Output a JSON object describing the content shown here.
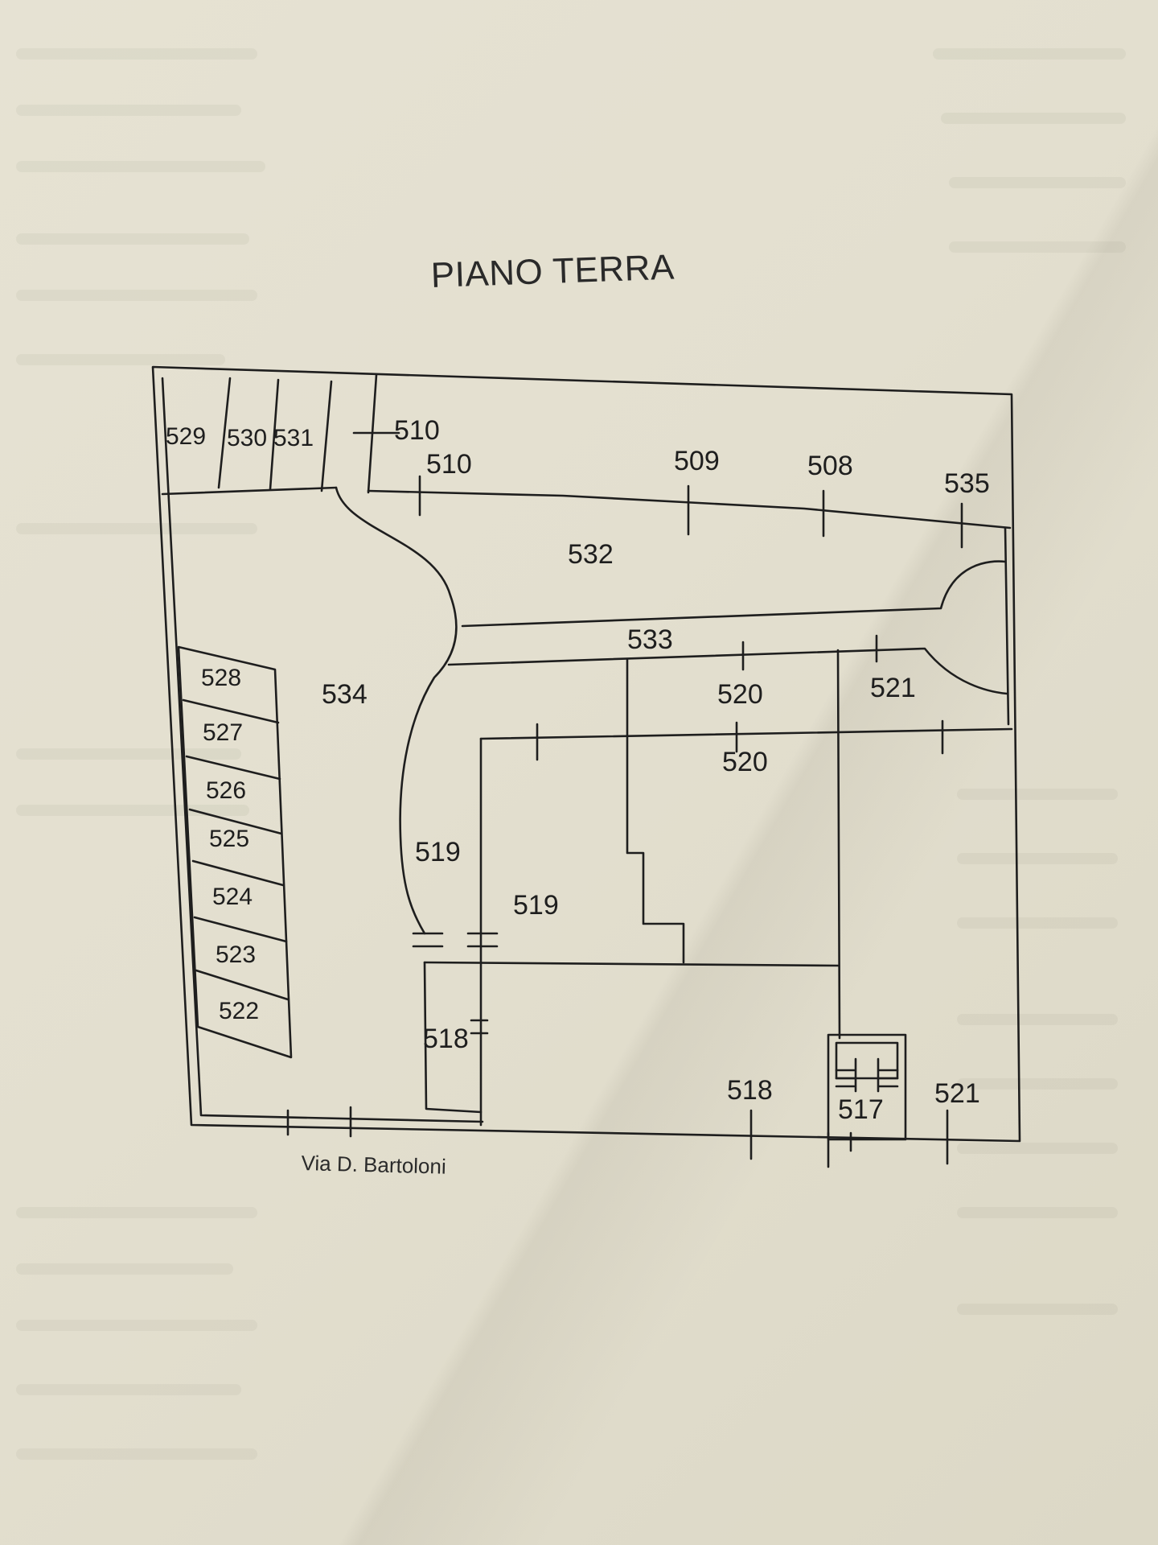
{
  "title": "PIANO TERRA",
  "street": "Via D. Bartoloni",
  "parcels": {
    "p529": "529",
    "p530": "530",
    "p531": "531",
    "p510a": "510",
    "p510b": "510",
    "p509": "509",
    "p508": "508",
    "p535": "535",
    "p532": "532",
    "p533": "533",
    "p534": "534",
    "p528": "528",
    "p527": "527",
    "p526": "526",
    "p525": "525",
    "p524": "524",
    "p523": "523",
    "p522": "522",
    "p520a": "520",
    "p520b": "520",
    "p521a": "521",
    "p521b": "521",
    "p519a": "519",
    "p519b": "519",
    "p518a": "518",
    "p518b": "518",
    "p517": "517"
  },
  "colors": {
    "paper": "#e4e0d0",
    "ink": "#1e1e1e"
  }
}
